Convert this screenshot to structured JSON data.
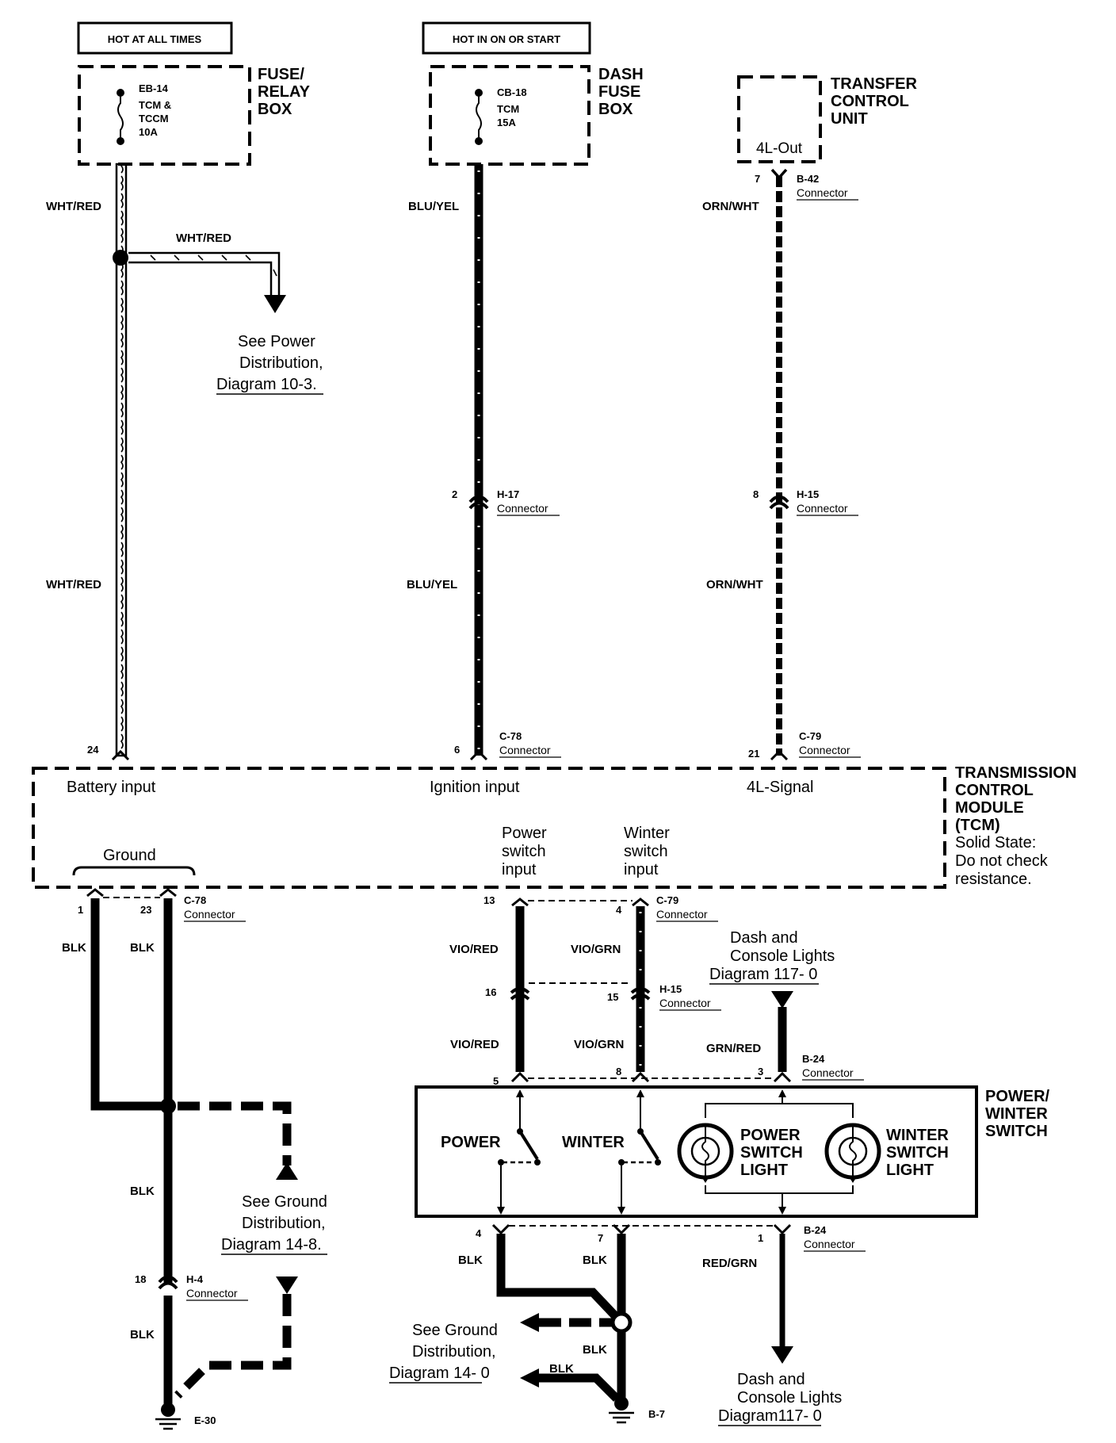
{
  "supplies": {
    "hot_always": "HOT AT ALL TIMES",
    "hot_on_start": "HOT IN ON OR START"
  },
  "fuse_relay_box": {
    "title": [
      "FUSE/",
      "RELAY",
      "BOX"
    ],
    "fuse_id": "EB-14",
    "fuse_desc": [
      "TCM &",
      "TCCM",
      "10A"
    ]
  },
  "dash_fuse_box": {
    "title": [
      "DASH",
      "FUSE",
      "BOX"
    ],
    "fuse_id": "CB-18",
    "fuse_desc": [
      "TCM",
      "15A"
    ]
  },
  "transfer_control_unit": {
    "title": [
      "TRANSFER",
      "CONTROL",
      "UNIT"
    ],
    "pin_label": "4L-Out"
  },
  "wires": {
    "wht_red": "WHT/RED",
    "blu_yel": "BLU/YEL",
    "orn_wht": "ORN/WHT",
    "blk": "BLK",
    "vio_red": "VIO/RED",
    "vio_grn": "VIO/GRN",
    "grn_red": "GRN/RED",
    "red_grn": "RED/GRN"
  },
  "connectors": {
    "b42": "B-42",
    "h17": "H-17",
    "h15": "H-15",
    "c78": "C-78",
    "c79": "C-79",
    "h4": "H-4",
    "b24": "B-24",
    "word": "Connector"
  },
  "pins": {
    "p7": "7",
    "p2": "2",
    "p8": "8",
    "p24": "24",
    "p6": "6",
    "p21": "21",
    "p1": "1",
    "p23": "23",
    "p13": "13",
    "p4": "4",
    "p16": "16",
    "p15": "15",
    "p5": "5",
    "p3": "3",
    "p18": "18"
  },
  "grounds": {
    "e30": "E-30",
    "b7": "B-7"
  },
  "tcm": {
    "title": [
      "TRANSMISSION",
      "CONTROL",
      "MODULE",
      "(TCM)"
    ],
    "note": [
      "Solid State:",
      "Do not check",
      "resistance."
    ],
    "battery_input": "Battery input",
    "ignition_input": "Ignition input",
    "signal_4l": "4L-Signal",
    "ground": "Ground",
    "power_switch_input": [
      "Power",
      "switch",
      "input"
    ],
    "winter_switch_input": [
      "Winter",
      "switch",
      "input"
    ]
  },
  "power_winter_switch": {
    "title": [
      "POWER/",
      "WINTER",
      "SWITCH"
    ],
    "power": "POWER",
    "winter": "WINTER",
    "power_light": [
      "POWER",
      "SWITCH",
      "LIGHT"
    ],
    "winter_light": [
      "WINTER",
      "SWITCH",
      "LIGHT"
    ]
  },
  "refs": {
    "power_dist": [
      "See Power",
      "Distribution,",
      "Diagram 10-3."
    ],
    "ground_dist_1": [
      "See Ground",
      "Distribution,",
      "Diagram 14-8."
    ],
    "ground_dist_2": [
      "See Ground",
      "Distribution,",
      "Diagram 14- 0"
    ],
    "dash_lights_top": [
      "Dash and",
      "Console Lights",
      "Diagram 117- 0"
    ],
    "dash_lights_bottom": [
      "Dash and",
      "Console Lights",
      "Diagram117- 0"
    ]
  }
}
